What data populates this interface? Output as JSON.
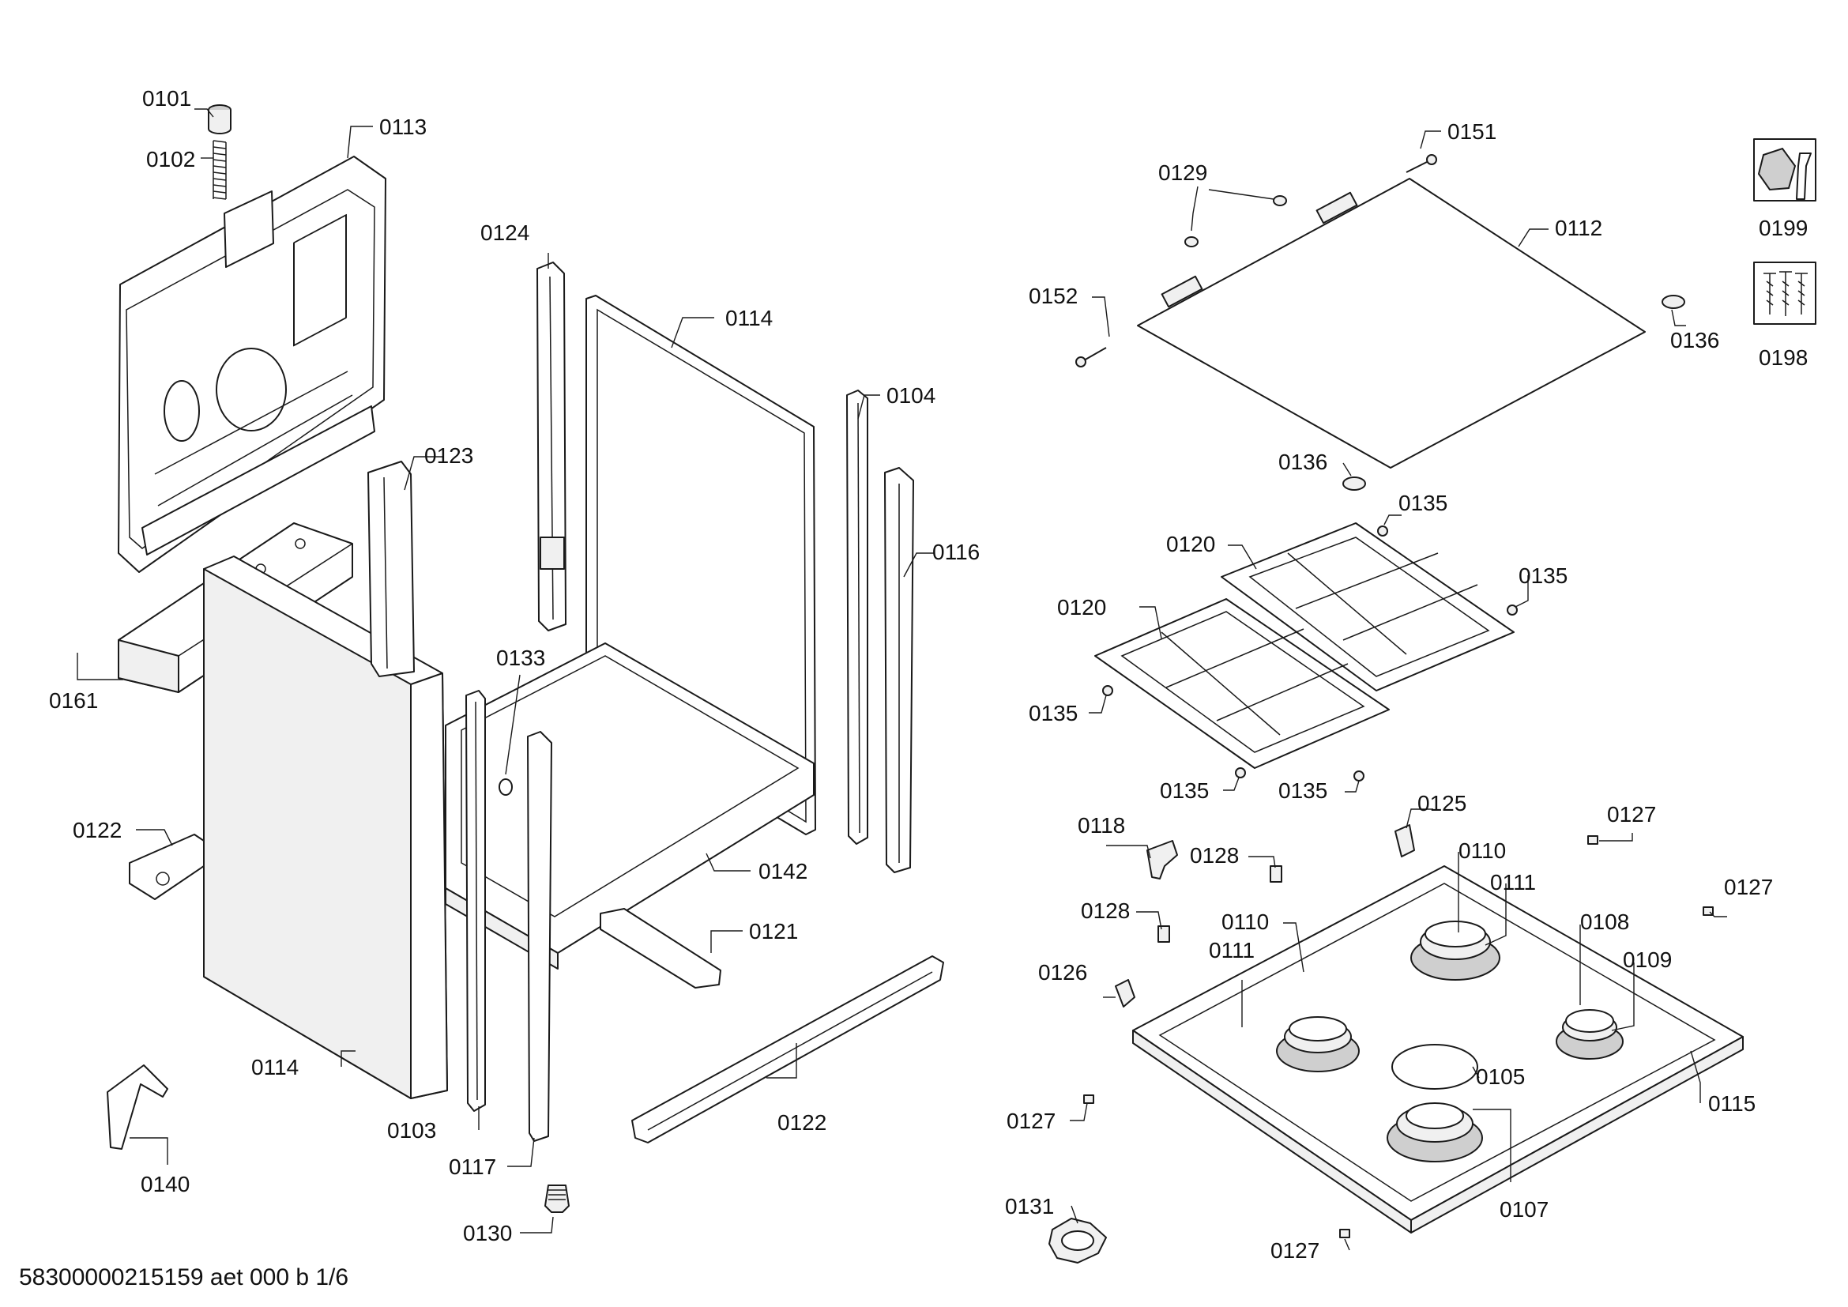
{
  "document_id": "58300000215159 aet 000 b 1/6",
  "labels": [
    "0101",
    "0102",
    "0113",
    "0124",
    "0114",
    "0104",
    "0123",
    "0116",
    "0161",
    "0133",
    "0122",
    "0142",
    "0121",
    "0114",
    "0103",
    "0117",
    "0122",
    "0140",
    "0130",
    "0151",
    "0129",
    "0112",
    "0152",
    "0136",
    "0136",
    "0135",
    "0120",
    "0135",
    "0120",
    "0135",
    "0135",
    "0135",
    "0118",
    "0125",
    "0127",
    "0128",
    "0110",
    "0111",
    "0127",
    "0128",
    "0110",
    "0108",
    "0111",
    "0109",
    "0126",
    "0105",
    "0115",
    "0127",
    "0131",
    "0107",
    "0127",
    "0199",
    "0198"
  ],
  "icons": [
    "wrench-nut-icon",
    "screws-icon"
  ]
}
